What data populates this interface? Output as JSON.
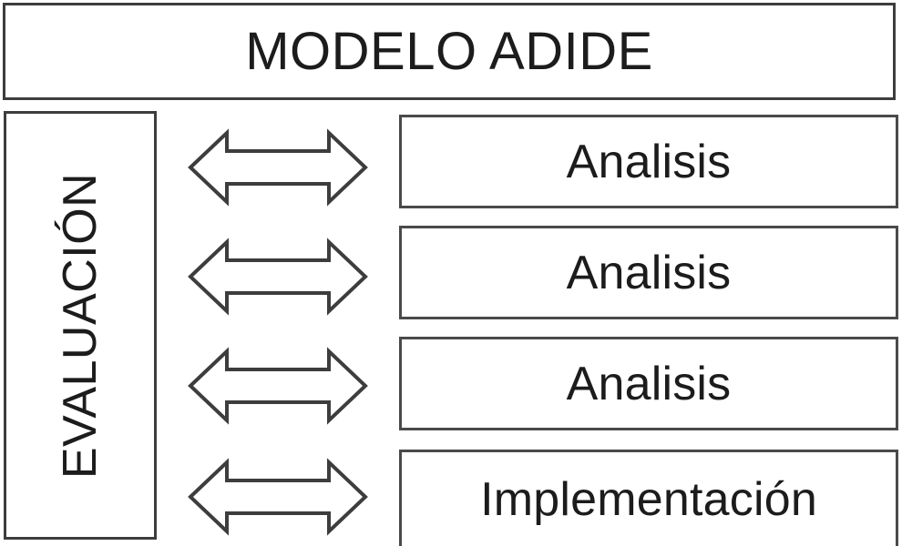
{
  "diagram": {
    "title": "MODELO ADIDE",
    "side_label": "EVALUACIÓN",
    "colors": {
      "border": "#3d3d3d",
      "stage_border": "#4a4a4a",
      "text": "#1c1c1c",
      "background": "#ffffff",
      "arrow_fill": "#ffffff",
      "arrow_stroke": "#3d3d3d"
    },
    "stages": [
      {
        "label": "Analisis"
      },
      {
        "label": "Analisis"
      },
      {
        "label": "Analisis"
      },
      {
        "label": "Implementación"
      }
    ],
    "connectors": [
      {
        "type": "double-arrow",
        "name": "bidirectional-arrow-1"
      },
      {
        "type": "double-arrow",
        "name": "bidirectional-arrow-2"
      },
      {
        "type": "double-arrow",
        "name": "bidirectional-arrow-3"
      },
      {
        "type": "double-arrow",
        "name": "bidirectional-arrow-4"
      }
    ]
  }
}
